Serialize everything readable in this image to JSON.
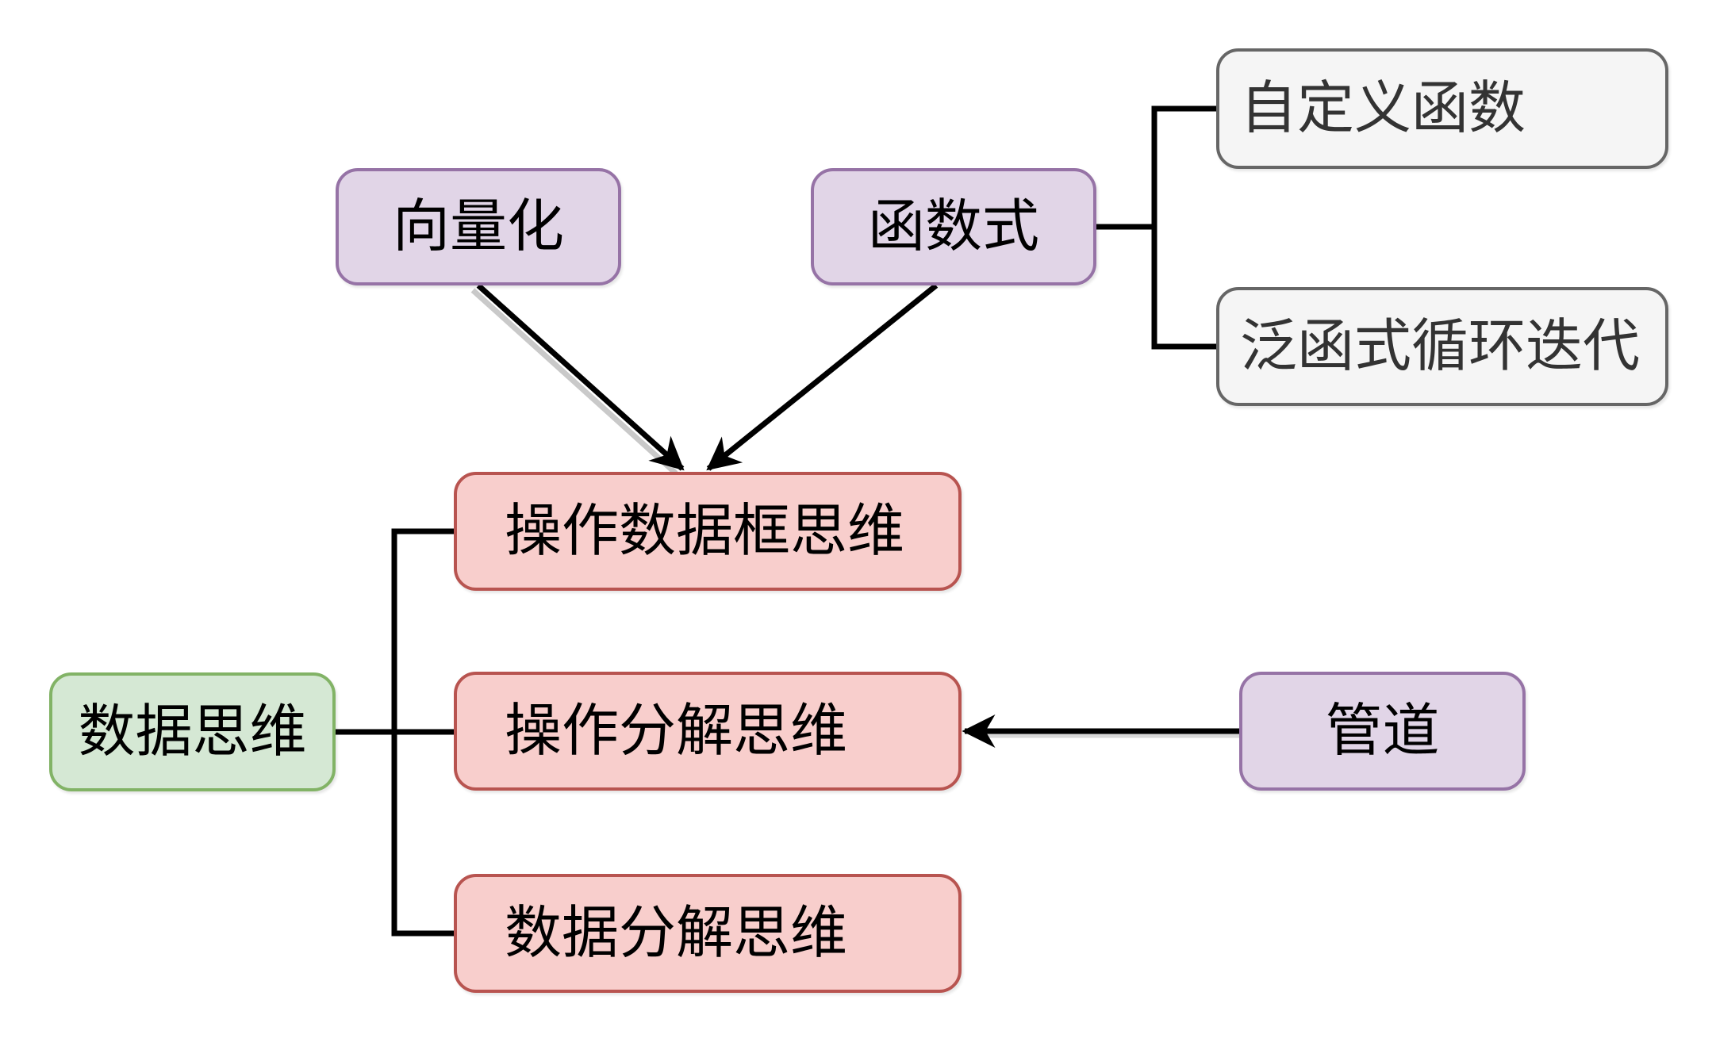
{
  "diagram": {
    "background": "#ffffff",
    "nodes": [
      {
        "id": "vectorization",
        "label": "向量化",
        "style": "purple",
        "fill": "#e1d5e7",
        "stroke": "#9673a6"
      },
      {
        "id": "functional",
        "label": "函数式",
        "style": "purple",
        "fill": "#e1d5e7",
        "stroke": "#9673a6"
      },
      {
        "id": "custom-function",
        "label": "自定义函数",
        "style": "gray",
        "fill": "#f5f5f5",
        "stroke": "#666666"
      },
      {
        "id": "functional-loop",
        "label": "泛函式循环迭代",
        "style": "gray",
        "fill": "#f5f5f5",
        "stroke": "#666666"
      },
      {
        "id": "dataframe-op",
        "label": "操作数据框思维",
        "style": "red",
        "fill": "#f8cecc",
        "stroke": "#b85450"
      },
      {
        "id": "op-decomposition",
        "label": "操作分解思维",
        "style": "red",
        "fill": "#f8cecc",
        "stroke": "#b85450"
      },
      {
        "id": "data-decomposition",
        "label": "数据分解思维",
        "style": "red",
        "fill": "#f8cecc",
        "stroke": "#b85450"
      },
      {
        "id": "data-thinking",
        "label": "数据思维",
        "style": "green",
        "fill": "#d5e8d4",
        "stroke": "#82b366"
      },
      {
        "id": "pipe",
        "label": "管道",
        "style": "purple",
        "fill": "#e1d5e7",
        "stroke": "#9673a6"
      }
    ],
    "edges": [
      {
        "from": "vectorization",
        "to": "dataframe-op",
        "type": "arrow"
      },
      {
        "from": "functional",
        "to": "dataframe-op",
        "type": "arrow"
      },
      {
        "from": "functional",
        "to": "custom-function",
        "type": "bracket"
      },
      {
        "from": "functional",
        "to": "functional-loop",
        "type": "bracket"
      },
      {
        "from": "data-thinking",
        "to": "dataframe-op",
        "type": "bracket"
      },
      {
        "from": "data-thinking",
        "to": "op-decomposition",
        "type": "bracket"
      },
      {
        "from": "data-thinking",
        "to": "data-decomposition",
        "type": "bracket"
      },
      {
        "from": "pipe",
        "to": "op-decomposition",
        "type": "arrow"
      }
    ],
    "edge_color": "#000000"
  }
}
